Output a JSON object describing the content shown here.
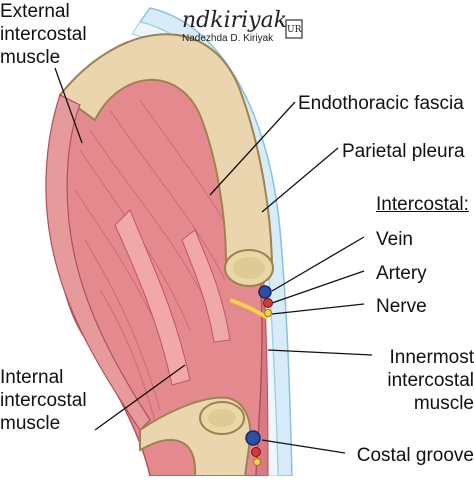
{
  "labels": {
    "external": [
      "External",
      "intercostal",
      "muscle"
    ],
    "endothoracic": "Endothoracic fascia",
    "parietal": "Parietal pleura",
    "intercostal_header": "Intercostal:",
    "vein": "Vein",
    "artery": "Artery",
    "nerve": "Nerve",
    "innermost": [
      "Innermost",
      "intercostal",
      "muscle"
    ],
    "internal": [
      "Internal",
      "intercostal",
      "muscle"
    ],
    "costal_groove": "Costal groove"
  },
  "signature": {
    "logo_text": "ndkiriyak",
    "name": "Nadezhda D. Kiriyak",
    "badge": "UR"
  },
  "colors": {
    "muscle": "#e48a8e",
    "muscle_dark": "#c85a62",
    "rib": "#ead5ae",
    "rib_edge": "#b49a6a",
    "pleura": "#bcdcef",
    "nerve": "#f2d24a",
    "vein": "#2c4fa8",
    "artery": "#d23a3a"
  }
}
